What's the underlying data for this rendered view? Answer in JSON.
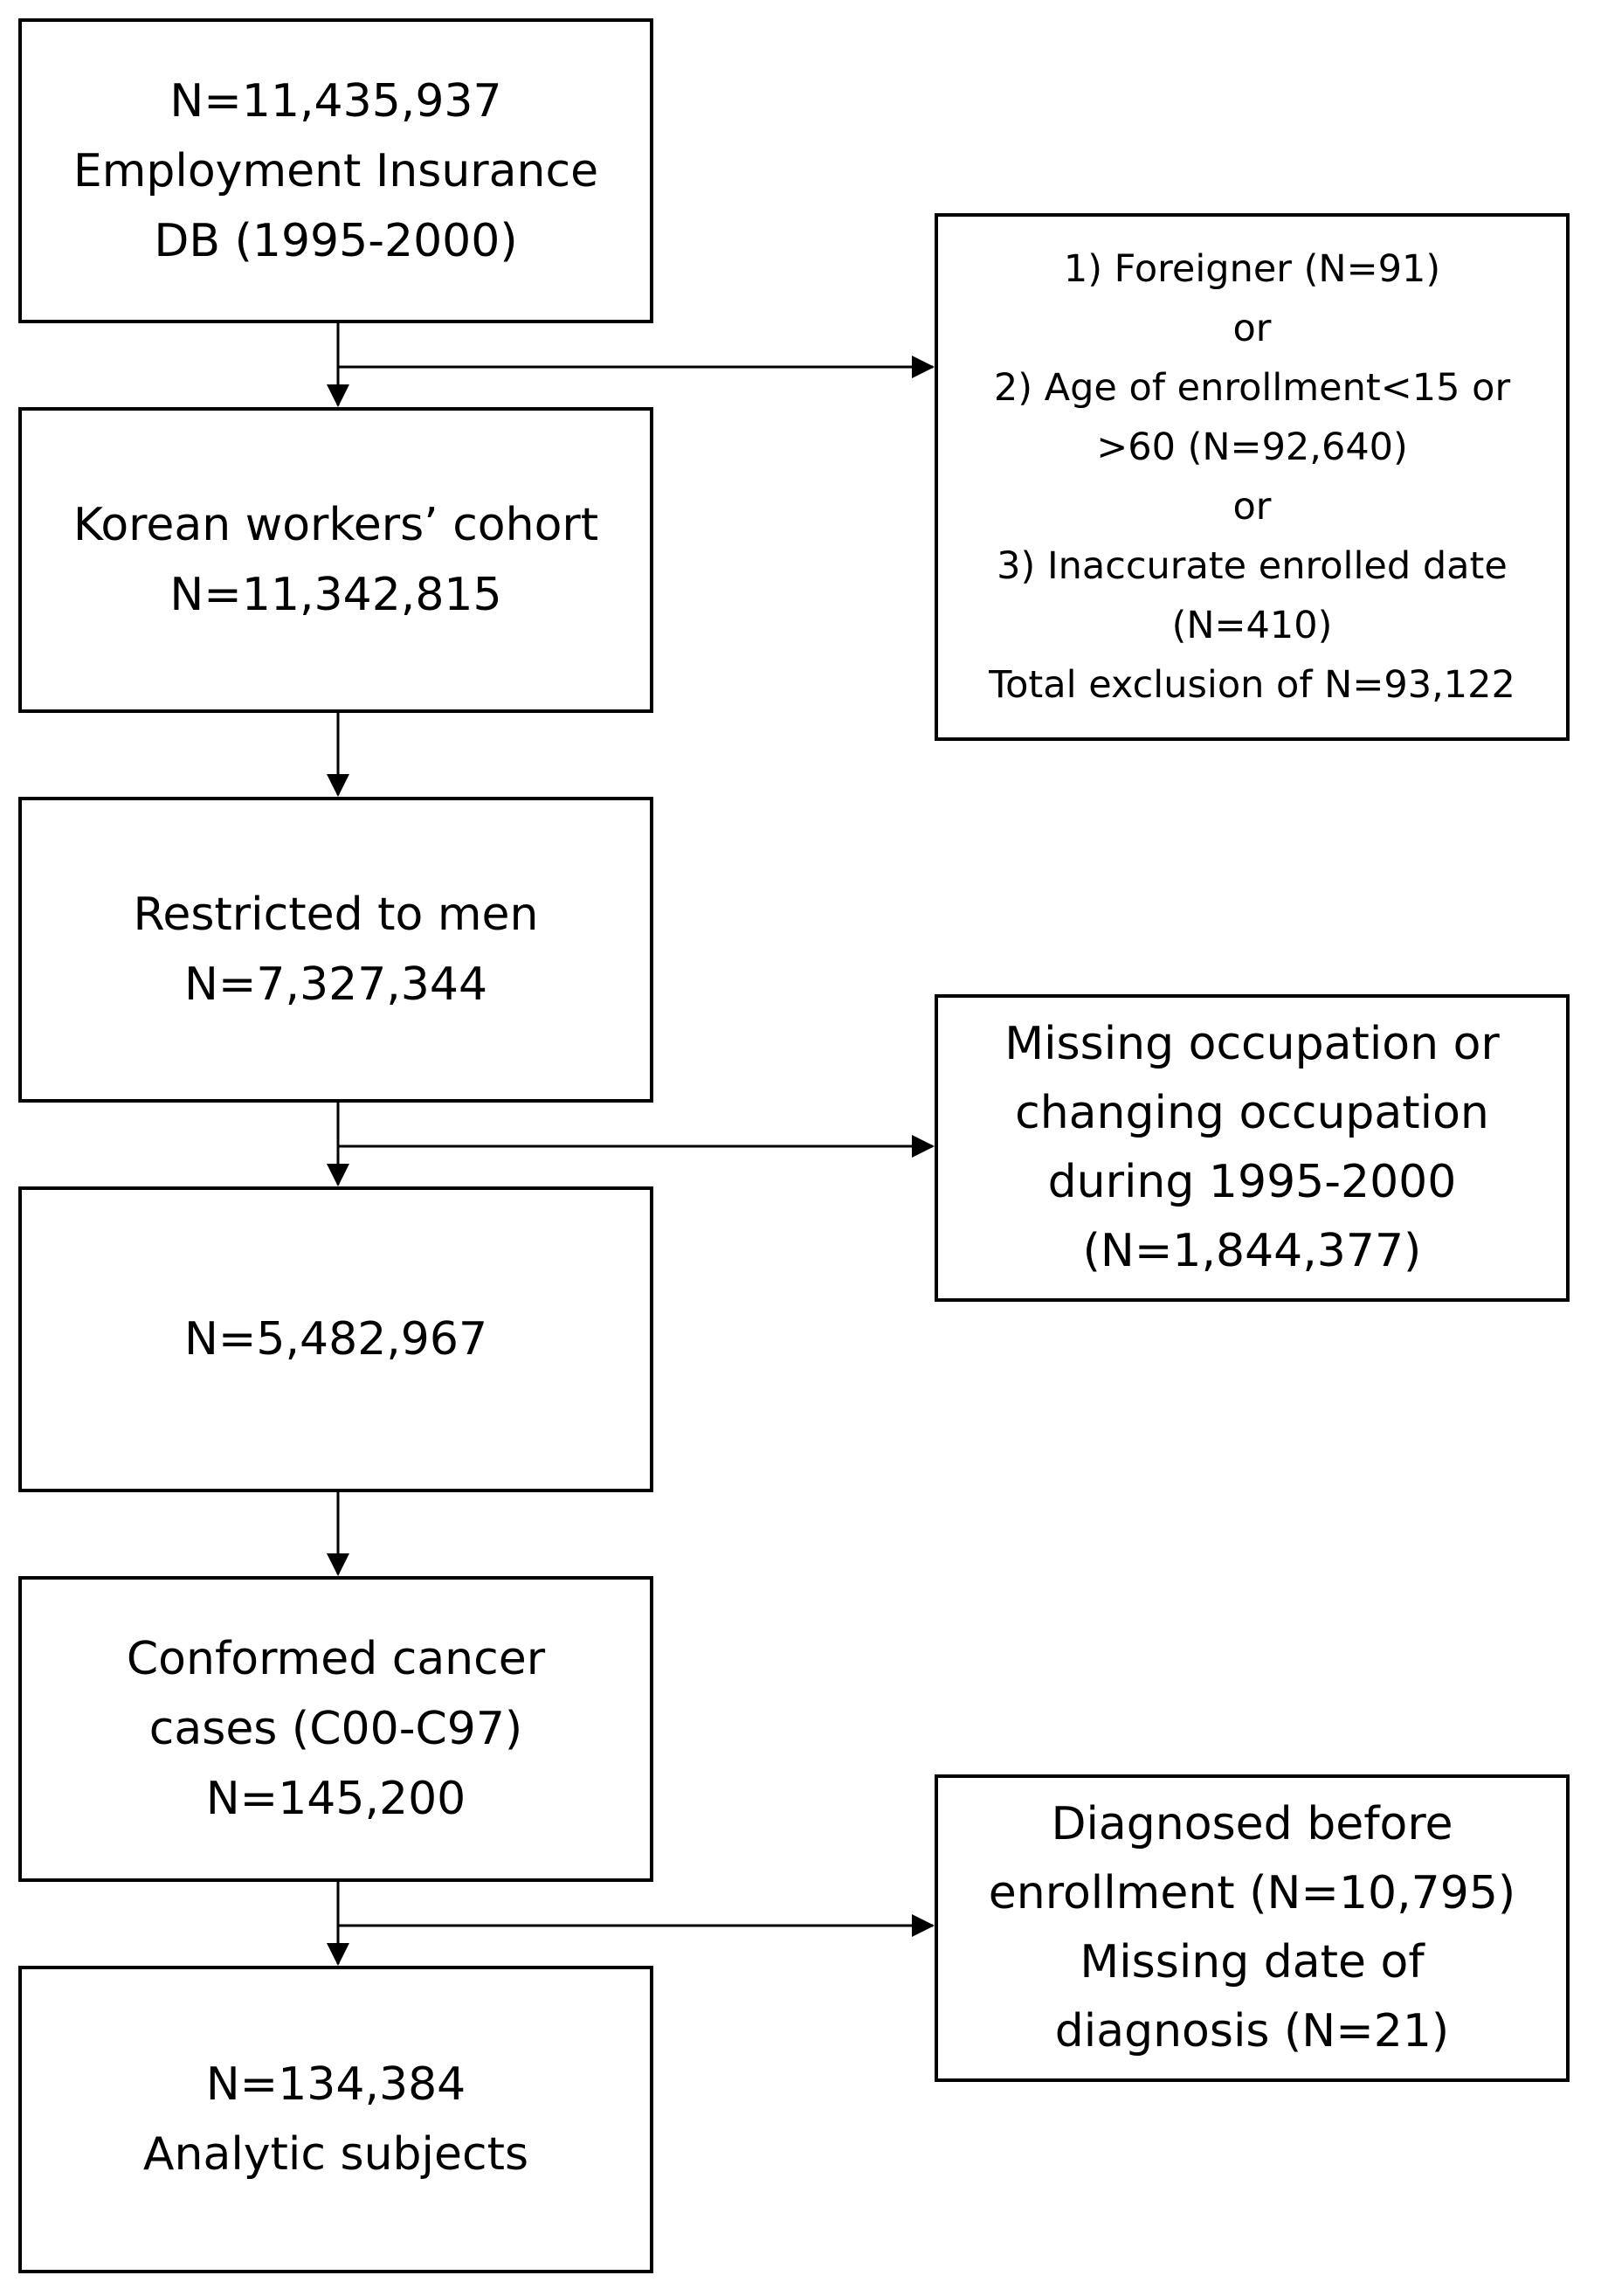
{
  "flowchart": {
    "main_steps": [
      {
        "lines": [
          "N=11,435,937",
          "Employment Insurance",
          "DB (1995-2000)"
        ]
      },
      {
        "lines": [
          "Korean workers’ cohort",
          "N=11,342,815"
        ]
      },
      {
        "lines": [
          "Restricted to men",
          "N=7,327,344"
        ]
      },
      {
        "lines": [
          "N=5,482,967"
        ]
      },
      {
        "lines": [
          "Conformed cancer",
          "cases (C00-C97)",
          "N=145,200"
        ]
      },
      {
        "lines": [
          "N=134,384",
          "Analytic subjects"
        ]
      }
    ],
    "exclusions": [
      {
        "lines": [
          "1) Foreigner (N=91)",
          "or",
          "2) Age of enrollment<15 or",
          ">60 (N=92,640)",
          "or",
          "3) Inaccurate enrolled date",
          "(N=410)",
          "Total exclusion of N=93,122"
        ]
      },
      {
        "lines": [
          "Missing occupation or",
          "changing occupation",
          "during 1995-2000",
          "(N=1,844,377)"
        ]
      },
      {
        "lines": [
          "Diagnosed before",
          "enrollment (N=10,795)",
          "Missing date of",
          "diagnosis (N=21)"
        ]
      }
    ]
  }
}
